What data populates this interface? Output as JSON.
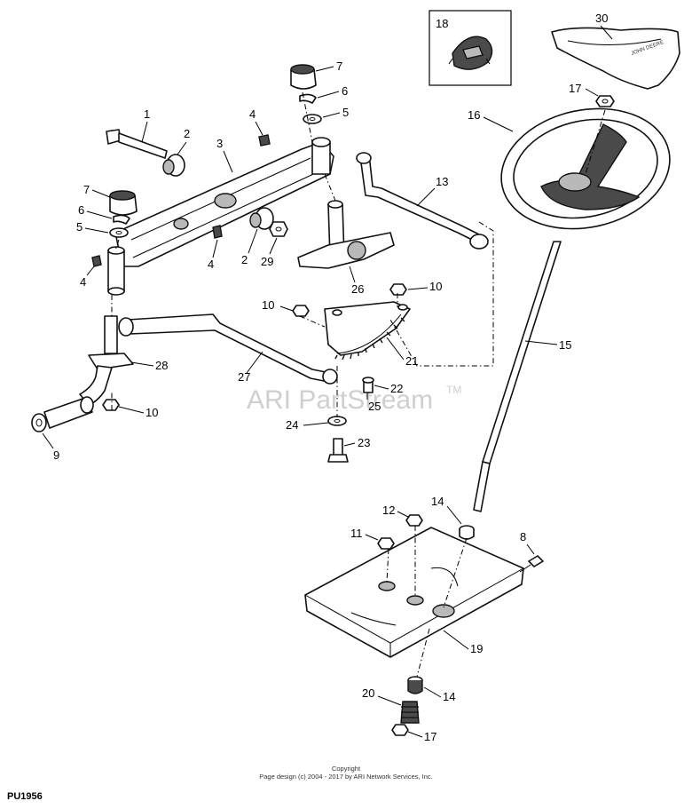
{
  "diagram_code": "PU1956",
  "watermark": {
    "text": "ARI PartStream",
    "tm": "TM"
  },
  "copyright": {
    "line1": "Copyright",
    "line2": "Page design (c) 2004 - 2017 by ARI Network Services, Inc."
  },
  "wheel_logo_text": "JOHN DEERE",
  "callouts": {
    "c1": "1",
    "c2a": "2",
    "c2b": "2",
    "c3": "3",
    "c4a": "4",
    "c4b": "4",
    "c4c": "4",
    "c5a": "5",
    "c5b": "5",
    "c6a": "6",
    "c6b": "6",
    "c7a": "7",
    "c7b": "7",
    "c8": "8",
    "c9": "9",
    "c10a": "10",
    "c10b": "10",
    "c10c": "10",
    "c11": "11",
    "c12": "12",
    "c13": "13",
    "c14a": "14",
    "c14b": "14",
    "c15": "15",
    "c16": "16",
    "c17a": "17",
    "c17b": "17",
    "c18": "18",
    "c19": "19",
    "c20": "20",
    "c21": "21",
    "c22": "22",
    "c23": "23",
    "c24": "24",
    "c25": "25",
    "c26": "26",
    "c27": "27",
    "c28": "28",
    "c29": "29",
    "c30": "30"
  }
}
